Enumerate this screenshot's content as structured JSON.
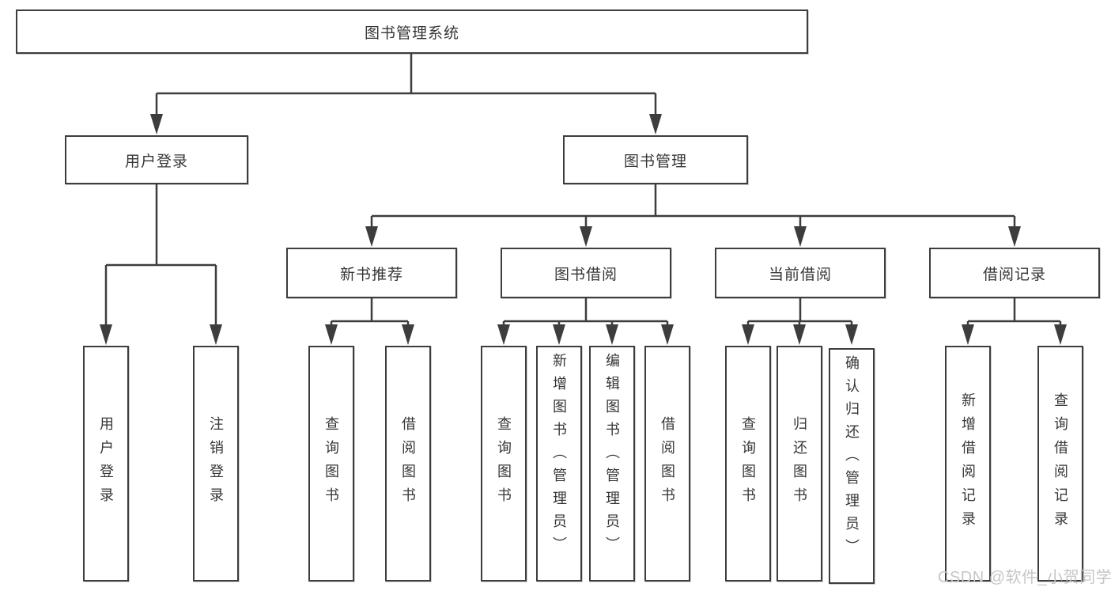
{
  "colors": {
    "line": "#3d3d3d",
    "text": "#363636",
    "node-bg": "#ffffff",
    "watermark": "#c6c6c6",
    "background": "#ffffff"
  },
  "hierarchy": {
    "root": {
      "label": "图书管理系统",
      "children": [
        {
          "label": "用户登录",
          "children": [
            {
              "label": "用户登录"
            },
            {
              "label": "注销登录"
            }
          ]
        },
        {
          "label": "图书管理",
          "children": [
            {
              "label": "新书推荐",
              "children": [
                {
                  "label": "查询图书"
                },
                {
                  "label": "借阅图书"
                }
              ]
            },
            {
              "label": "图书借阅",
              "children": [
                {
                  "label": "查询图书"
                },
                {
                  "label": "新增图书（管理员）"
                },
                {
                  "label": "编辑图书（管理员）"
                },
                {
                  "label": "借阅图书"
                }
              ]
            },
            {
              "label": "当前借阅",
              "children": [
                {
                  "label": "查询图书"
                },
                {
                  "label": "归还图书"
                },
                {
                  "label": "确认归还（管理员）"
                }
              ]
            },
            {
              "label": "借阅记录",
              "children": [
                {
                  "label": "新增借阅记录"
                },
                {
                  "label": "查询借阅记录"
                }
              ]
            }
          ]
        }
      ]
    }
  },
  "watermark": {
    "text": "CSDN @软件_小贺同学"
  }
}
